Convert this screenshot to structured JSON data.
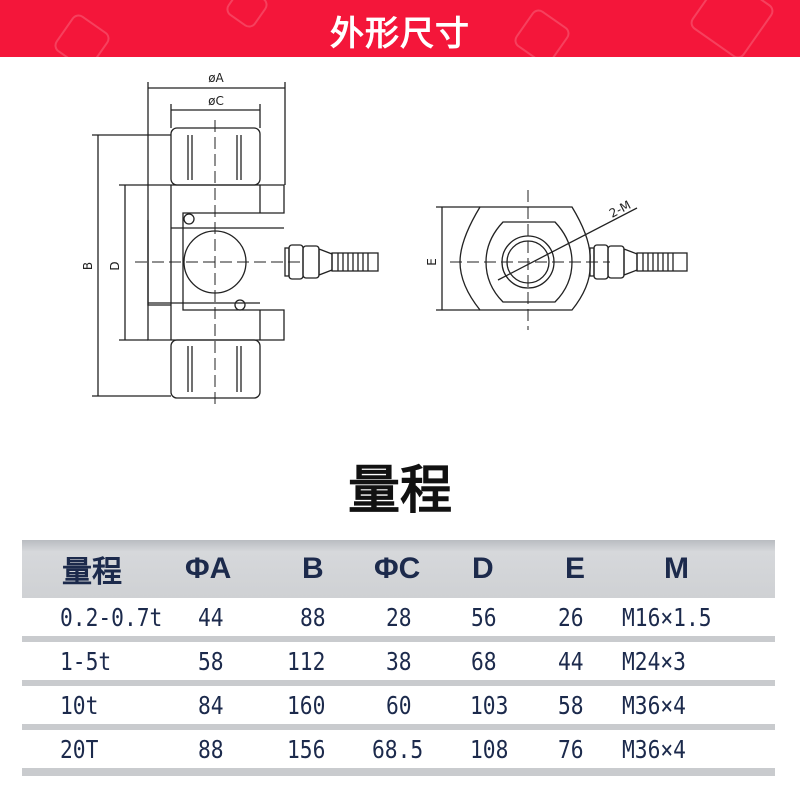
{
  "banner": {
    "title": "外形尺寸",
    "color": "#f4163a"
  },
  "drawing": {
    "labels": {
      "phi_a": "øA",
      "phi_c": "øC",
      "b": "B",
      "d": "D",
      "e": "E",
      "m": "2-M"
    }
  },
  "section_title": "量程",
  "table": {
    "headers": [
      "量程",
      "ΦA",
      "B",
      "ΦC",
      "D",
      "E",
      "M"
    ],
    "rows": [
      [
        "0.2-0.7t",
        "44",
        "88",
        "28",
        "56",
        "26",
        "M16×1.5"
      ],
      [
        "1-5t",
        "58",
        "112",
        "38",
        "68",
        "44",
        "M24×3"
      ],
      [
        "10t",
        "84",
        "160",
        "60",
        "103",
        "58",
        "M36×4"
      ],
      [
        "20T",
        "88",
        "156",
        "68.5",
        "108",
        "76",
        "M36×4"
      ]
    ]
  },
  "text_color": "#1c2a4c"
}
